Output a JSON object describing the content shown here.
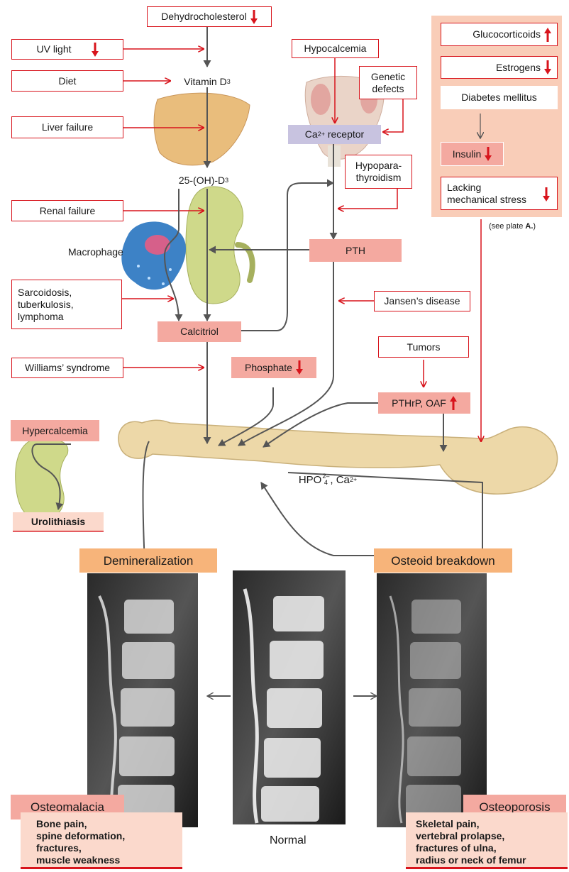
{
  "nodes": {
    "dehydrocholesterol": "Dehydrocholesterol",
    "uv_light": "UV light",
    "diet": "Diet",
    "vitamin_d3": "Vitamin D",
    "vitamin_d3_sub": "3",
    "liver_failure": "Liver failure",
    "hydroxy_d3": "25-(OH)-D",
    "hydroxy_d3_sub": "3",
    "renal_failure": "Renal failure",
    "macrophage": "Macrophage",
    "sarcoidosis": "Sarcoidosis,\ntuberkulosis,\nlymphoma",
    "calcitriol": "Calcitriol",
    "williams": "Williams’ syndrome",
    "hypocalcemia": "Hypocalcemia",
    "genetic_defects": "Genetic\ndefects",
    "ca_receptor": "Ca",
    "ca_receptor_sup": "2+",
    "ca_receptor_suffix": " receptor",
    "hypopara": "Hypopara-\nthyroidism",
    "pth": "PTH",
    "jansen": "Jansen’s disease",
    "phosphate": "Phosphate",
    "tumors": "Tumors",
    "pthrp": "PTHrP, OAF",
    "hypercalcemia": "Hypercalcemia",
    "urolithiasis": "Urolithiasis",
    "hpo4": "HPO",
    "hpo4_sub": "4",
    "hpo4_sup": "2–",
    "hpo4_suffix": ", Ca",
    "hpo4_ca_sup": "2+",
    "glucocorticoids": "Glucocorticoids",
    "estrogens": "Estrogens",
    "diabetes": "Diabetes mellitus",
    "insulin": "Insulin",
    "mech_stress": "Lacking\nmechanical stress",
    "see_plate_prefix": "(see plate ",
    "see_plate_bold": "A.",
    "see_plate_suffix": ")",
    "demineralization": "Demineralization",
    "osteoid_breakdown": "Osteoid breakdown",
    "osteomalacia": "Osteomalacia",
    "osteoporosis": "Osteoporosis",
    "normal": "Normal",
    "osteomalacia_symptoms": "Bone pain,\nspine deformation,\nfractures,\nmuscle weakness",
    "osteoporosis_symptoms": "Skeletal pain,\nvertebral prolapse,\nfractures of ulna,\nradius or neck of femur"
  },
  "indicators": {
    "dehydrocholesterol": "down",
    "uv_light": "down",
    "phosphate": "down",
    "pthrp": "up",
    "glucocorticoids": "up",
    "estrogens": "down",
    "insulin": "down",
    "mech_stress": "down"
  },
  "colors": {
    "red_accent": "#d8141c",
    "pink_box": "#f4a9a0",
    "peach_box": "#f7b47a",
    "panel": "#f9cdb8",
    "receptor": "#c8c3e0",
    "kidney": "#cfd98a",
    "liver": "#e9bd7c",
    "bone": "#edd8a8",
    "gray_line": "#555555"
  }
}
